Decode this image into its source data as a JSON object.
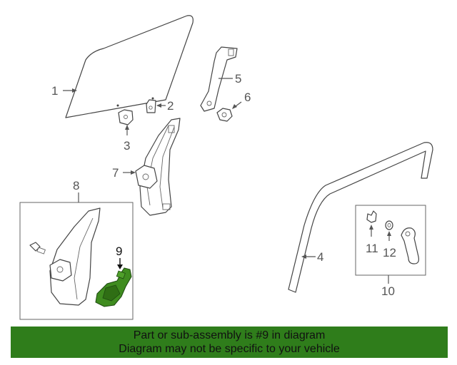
{
  "callouts": {
    "c1": "1",
    "c2": "2",
    "c3": "3",
    "c4": "4",
    "c5": "5",
    "c6": "6",
    "c7": "7",
    "c8": "8",
    "c9": "9",
    "c10": "10",
    "c11": "11",
    "c12": "12"
  },
  "banner": {
    "line1": "Part or sub-assembly is #9 in diagram",
    "line2": "Diagram may not be specific to your vehicle",
    "background": "#2f7d1b"
  },
  "colors": {
    "highlight_part": "#3f8c1f",
    "line": "#555555"
  }
}
